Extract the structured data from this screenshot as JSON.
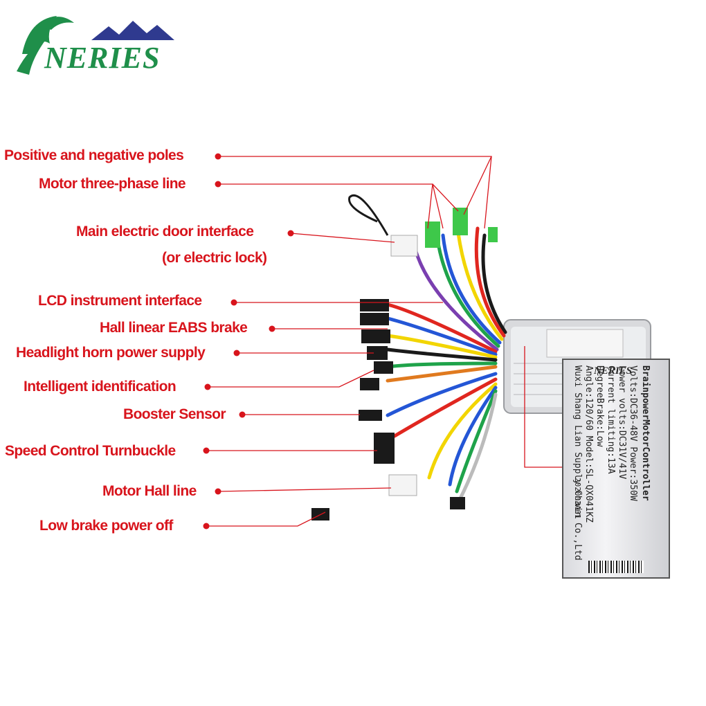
{
  "brand": {
    "name": "NERIES"
  },
  "labels": [
    {
      "id": "positive-negative-poles",
      "text": "Positive and negative poles"
    },
    {
      "id": "motor-three-phase-line",
      "text": "Motor three-phase line"
    },
    {
      "id": "main-electric-door-interface",
      "text": "Main electric door interface"
    },
    {
      "id": "electric-lock-note",
      "text": "(or electric lock)"
    },
    {
      "id": "lcd-instrument-interface",
      "text": "LCD instrument interface"
    },
    {
      "id": "hall-linear-eabs-brake",
      "text": "Hall linear EABS brake"
    },
    {
      "id": "headlight-horn-power-supply",
      "text": "Headlight horn power supply"
    },
    {
      "id": "intelligent-identification",
      "text": "Intelligent identification"
    },
    {
      "id": "booster-sensor",
      "text": "Booster Sensor"
    },
    {
      "id": "speed-control-turnbuckle",
      "text": "Speed Control Turnbuckle"
    },
    {
      "id": "motor-hall-line",
      "text": "Motor Hall line"
    },
    {
      "id": "low-brake-power-off",
      "text": "Low brake power off"
    }
  ],
  "controller_label": {
    "logo": "NERIES",
    "title": "BrainpowerMotorController",
    "lines": [
      "Volts:DC36-48V  Power:350W",
      "Lower volts:DC31V/41V",
      "Current limiting:13A",
      "DegreeBrake:Low",
      "Angle:120/60  Model:SL-QX041KZ",
      "Wuxi Shang Lian Supply Chain Co.,Ltd"
    ],
    "serial": "202003A01"
  },
  "colors": {
    "label_red": "#d8141c",
    "brand_green": "#1f8f4a",
    "mountain_blue": "#2f3a8f",
    "wire_red": "#e0261f",
    "wire_yellow": "#f2d500",
    "wire_blue": "#2456d6",
    "wire_green": "#1fa34a",
    "wire_black": "#1a1a1a"
  }
}
